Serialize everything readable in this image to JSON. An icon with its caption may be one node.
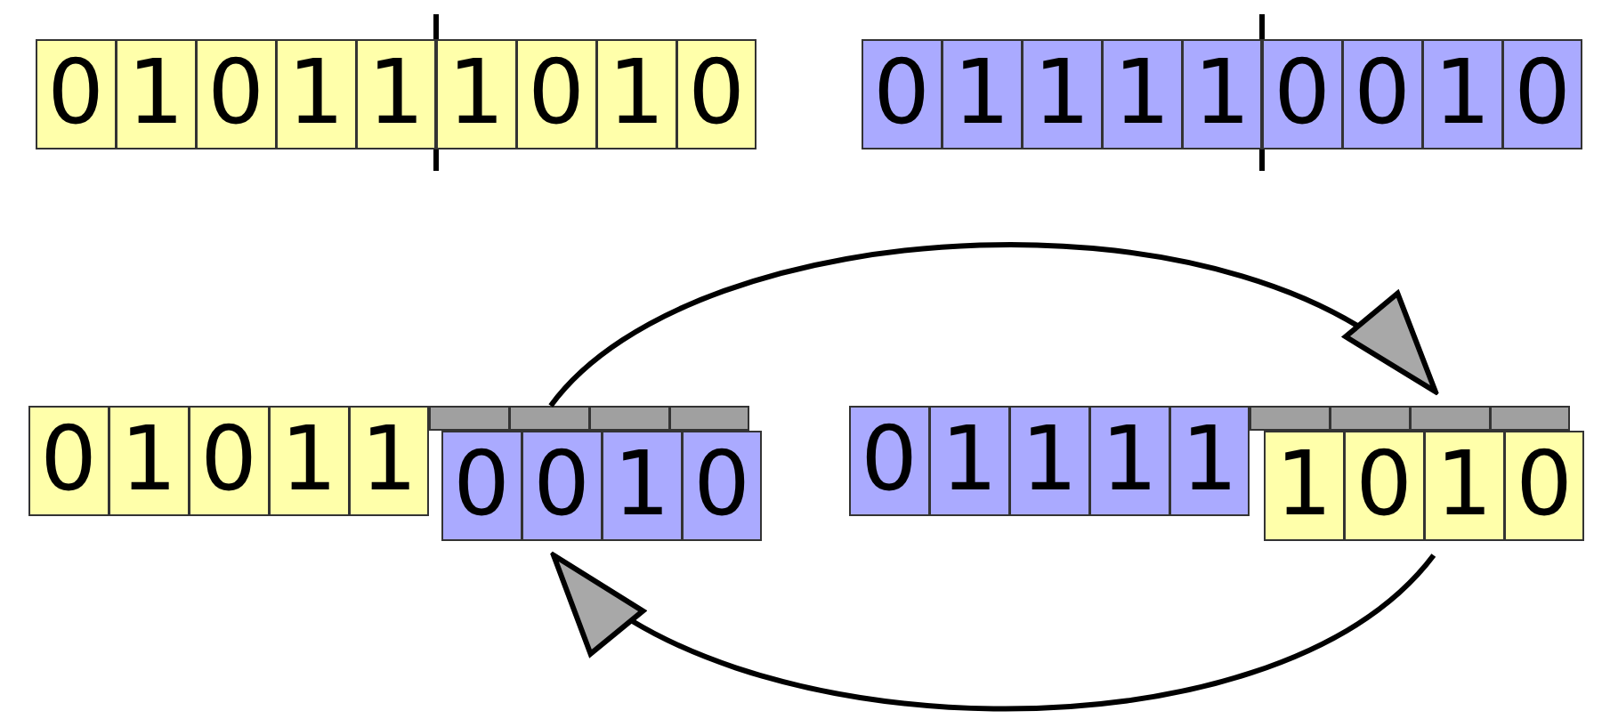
{
  "diagram": {
    "nodes": [
      {
        "text": [
          "01011"
        ]
      },
      {
        "text": [
          "1010"
        ]
      },
      {
        "text": [
          "01111"
        ]
      },
      {
        "text": [
          "0010"
        ]
      },
      {
        "text": [
          "01011"
        ]
      },
      {
        "text": [],
        "shape": "bar"
      },
      {
        "text": [
          "0010"
        ]
      },
      {
        "text": [
          "01111"
        ]
      },
      {
        "text": [],
        "shape": "bar"
      },
      {
        "text": [
          "1010"
        ]
      }
    ],
    "edges": [
      {
        "from": 5,
        "to": 8,
        "arrow": "to"
      },
      {
        "from": 9,
        "to": 6,
        "arrow": "to"
      }
    ]
  }
}
